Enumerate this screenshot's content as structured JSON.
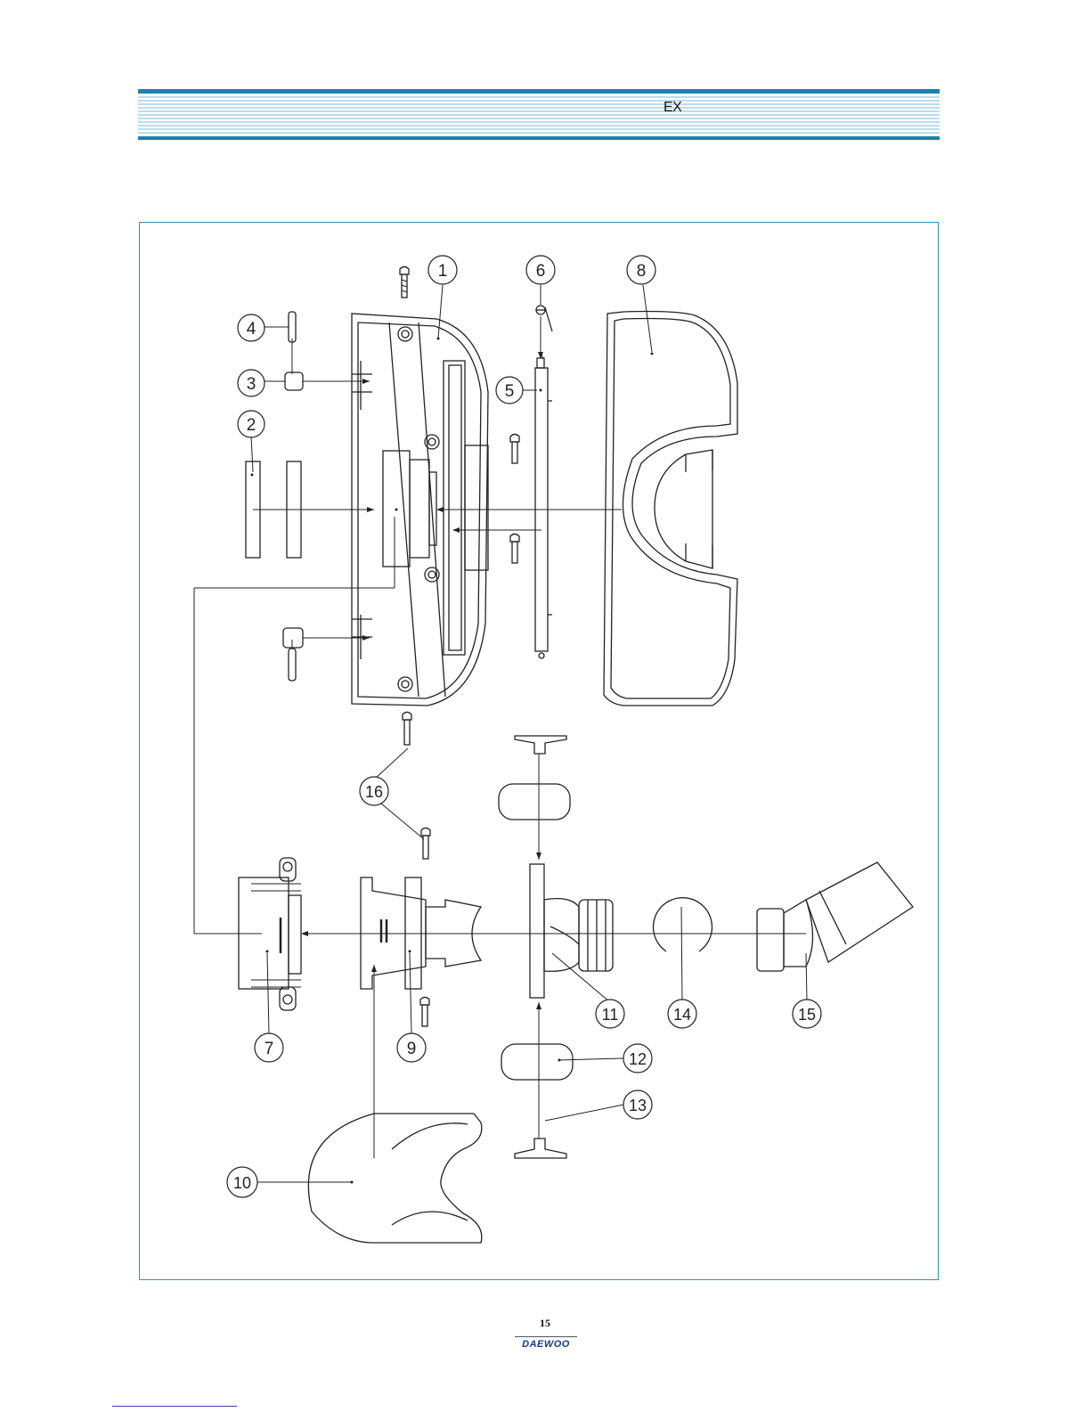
{
  "header": {
    "title": "EX",
    "colors": {
      "band": "#1f7fab",
      "stripe": "#7ab8d4"
    }
  },
  "diagram": {
    "callouts": [
      "1",
      "2",
      "3",
      "4",
      "5",
      "6",
      "7",
      "8",
      "9",
      "10",
      "11",
      "12",
      "13",
      "14",
      "15",
      "16"
    ]
  },
  "footer": {
    "page_number": "15",
    "brand": "DAEWOO",
    "brand_color": "#173a8c"
  }
}
